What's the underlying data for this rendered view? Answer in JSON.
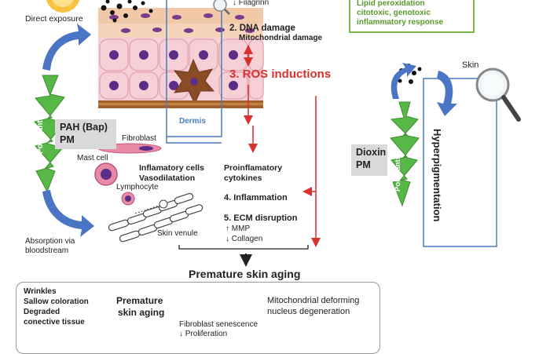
{
  "colors": {
    "accent_red": "#d9312b",
    "dermis_blue": "#4a7cc0",
    "pollutant_green": "#57b847",
    "arrow_blue": "#4a74c4",
    "box_green": "#7ab648"
  },
  "labels": {
    "direct_exposure": "Direct exposure",
    "filaggrin": "↓ Filagrinn",
    "dna_damage": "2. DNA damage",
    "mito_damage": "Mitochondrial damage",
    "ros": "3. ROS inductions",
    "dermis": "Dermis",
    "pah": "PAH (Bap)",
    "pm_left": "PM",
    "fibroblast": "Fibroblast",
    "mast_cell": "Mast cell",
    "inflammatory_cells": "Inflamatory cells",
    "vasodilatation": "Vasodilatation",
    "lymphocyte": "Lymphocyte",
    "skin_venule": "Skin venule",
    "absorption_1": "Absorption via",
    "absorption_2": "bloodstream",
    "pollutants_left": "Pollutants",
    "pollutants_right": "Pollutants",
    "proinflam_1": "Proinflamatory",
    "proinflam_2": "cytokines",
    "inflammation": "4. Inflammation",
    "ecm": "5. ECM disruption",
    "mmp": "↑ MMP",
    "collagen": "↓ Collagen",
    "premature_title": "Premature skin aging",
    "skin": "Skin",
    "dioxin": "Dioxin",
    "pm_right": "PM",
    "hyperpigmentation": "Hyperpigmentation"
  },
  "green_box": {
    "line1": "Lipid peroxidation",
    "line2": "citotoxic, genotoxic",
    "line3": "inflammatory response"
  },
  "bottom": {
    "wrinkles": "Wrinkles",
    "sallow": "Sallow coloration",
    "degraded": "Degraded",
    "conective": "conective tissue",
    "premature_1": "Premature",
    "premature_2": "skin aging",
    "senescence": "Fibroblast senescence",
    "proliferation": "↓ Proliferation",
    "mito_1": "Mitochondrial deforming",
    "mito_2": "nucleus degeneration"
  }
}
